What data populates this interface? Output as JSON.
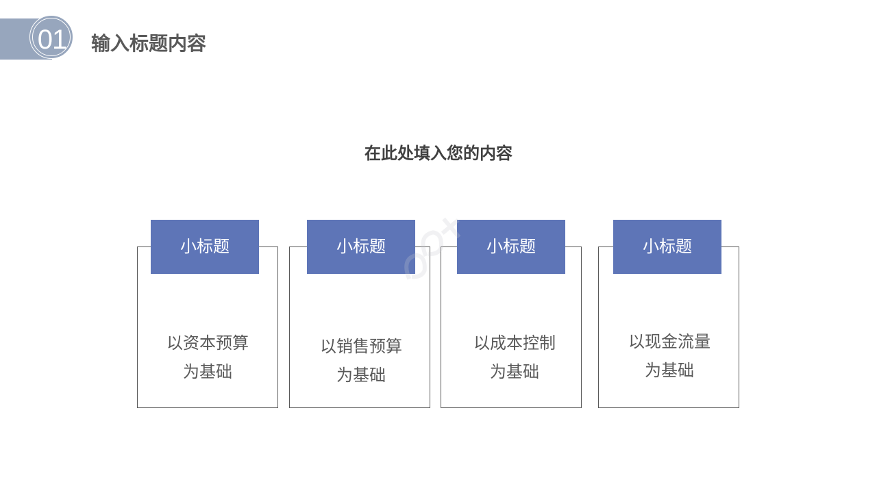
{
  "header": {
    "number": "01",
    "title": "输入标题内容"
  },
  "subtitle": "在此处填入您的内容",
  "cards": [
    {
      "heading": "小标题",
      "line1": "以资本预算",
      "line2": "为基础"
    },
    {
      "heading": "小标题",
      "line1": "以销售预算",
      "line2": "为基础"
    },
    {
      "heading": "小标题",
      "line1": "以成本控制",
      "line2": "为基础"
    },
    {
      "heading": "小标题",
      "line1": "以现金流量",
      "line2": "为基础"
    }
  ],
  "colors": {
    "accent": "#5e75b7",
    "header_bar": "#97a6bd",
    "title_text": "#595959"
  }
}
